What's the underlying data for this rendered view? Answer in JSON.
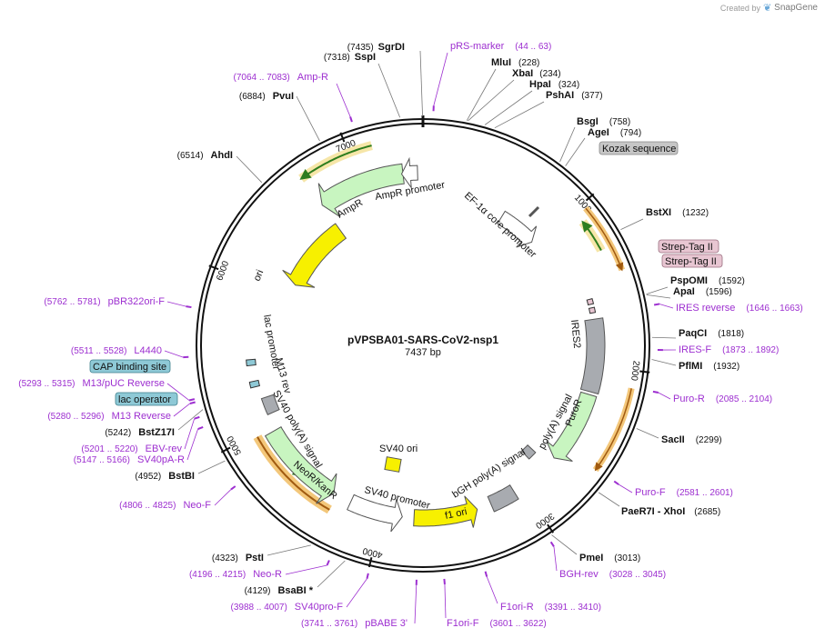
{
  "credit": {
    "prefix": "Created by",
    "brand": "SnapGene"
  },
  "plasmid": {
    "name": "pVPSBA01-SARS-CoV2-nsp1",
    "length": 7437,
    "size_label": "7437 bp"
  },
  "ticks": [
    {
      "bp": 1000,
      "label": "1000"
    },
    {
      "bp": 2000,
      "label": "2000"
    },
    {
      "bp": 3000,
      "label": "3000"
    },
    {
      "bp": 4000,
      "label": "4000"
    },
    {
      "bp": 5000,
      "label": "5000"
    },
    {
      "bp": 6000,
      "label": "6000"
    },
    {
      "bp": 7000,
      "label": "7000"
    }
  ],
  "enzymes": [
    {
      "name": "SgrDI",
      "pos": "(7435)",
      "bp": 7435
    },
    {
      "name": "SspI",
      "pos": "(7318)",
      "bp": 7318
    },
    {
      "name": "MluI",
      "pos": "(228)",
      "bp": 228
    },
    {
      "name": "XbaI",
      "pos": "(234)",
      "bp": 234
    },
    {
      "name": "HpaI",
      "pos": "(324)",
      "bp": 324
    },
    {
      "name": "PshAI",
      "pos": "(377)",
      "bp": 377
    },
    {
      "name": "BsgI",
      "pos": "(758)",
      "bp": 758
    },
    {
      "name": "AgeI",
      "pos": "(794)",
      "bp": 794
    },
    {
      "name": "BstXI",
      "pos": "(1232)",
      "bp": 1232
    },
    {
      "name": "PspOMI",
      "pos": "(1592)",
      "bp": 1592
    },
    {
      "name": "ApaI",
      "pos": "(1596)",
      "bp": 1596
    },
    {
      "name": "PaqCI",
      "pos": "(1818)",
      "bp": 1818
    },
    {
      "name": "PflMI",
      "pos": "(1932)",
      "bp": 1932
    },
    {
      "name": "SacII",
      "pos": "(2299)",
      "bp": 2299
    },
    {
      "name": "PaeR7I - XhoI",
      "pos": "(2685)",
      "bp": 2685
    },
    {
      "name": "PmeI",
      "pos": "(3013)",
      "bp": 3013
    },
    {
      "name": "BsaBI *",
      "pos": "(4129)",
      "bp": 4129
    },
    {
      "name": "PstI",
      "pos": "(4323)",
      "bp": 4323
    },
    {
      "name": "BstBI",
      "pos": "(4952)",
      "bp": 4952
    },
    {
      "name": "BstZ17I",
      "pos": "(5242)",
      "bp": 5242
    },
    {
      "name": "AhdI",
      "pos": "(6514)",
      "bp": 6514
    },
    {
      "name": "PvuI",
      "pos": "(6884)",
      "bp": 6884
    }
  ],
  "primers": [
    {
      "name": "pRS-marker",
      "pos": "(44 .. 63)",
      "bp": 53
    },
    {
      "name": "Amp-R",
      "pos": "(7064 .. 7083)",
      "bp": 7073
    },
    {
      "name": "pBR322ori-F",
      "pos": "(5762 .. 5781)",
      "bp": 5771
    },
    {
      "name": "L4440",
      "pos": "(5511 .. 5528)",
      "bp": 5519
    },
    {
      "name": "M13/pUC Reverse",
      "pos": "(5293 .. 5315)",
      "bp": 5304
    },
    {
      "name": "M13 Reverse",
      "pos": "(5280 .. 5296)",
      "bp": 5288
    },
    {
      "name": "EBV-rev",
      "pos": "(5201 .. 5220)",
      "bp": 5210
    },
    {
      "name": "SV40pA-R",
      "pos": "(5147 .. 5166)",
      "bp": 5156
    },
    {
      "name": "Neo-F",
      "pos": "(4806 .. 4825)",
      "bp": 4815
    },
    {
      "name": "Neo-R",
      "pos": "(4196 .. 4215)",
      "bp": 4205
    },
    {
      "name": "SV40pro-F",
      "pos": "(3988 .. 4007)",
      "bp": 3997
    },
    {
      "name": "pBABE 3'",
      "pos": "(3741 .. 3761)",
      "bp": 3751
    },
    {
      "name": "F1ori-F",
      "pos": "(3601 .. 3622)",
      "bp": 3611
    },
    {
      "name": "F1ori-R",
      "pos": "(3391 .. 3410)",
      "bp": 3400
    },
    {
      "name": "BGH-rev",
      "pos": "(3028 .. 3045)",
      "bp": 3036
    },
    {
      "name": "Puro-F",
      "pos": "(2581 .. 2601)",
      "bp": 2591
    },
    {
      "name": "Puro-R",
      "pos": "(2085 .. 2104)",
      "bp": 2094
    },
    {
      "name": "IRES-F",
      "pos": "(1873 .. 1892)",
      "bp": 1882
    },
    {
      "name": "IRES reverse",
      "pos": "(1646 .. 1663)",
      "bp": 1654
    }
  ],
  "boxed_labels": [
    {
      "text": "Kozak sequence",
      "color": "#c6c6c6"
    },
    {
      "text": "Strep-Tag II",
      "color": "#e8c6d2"
    },
    {
      "text": "Strep-Tag II",
      "color": "#e8c6d2"
    },
    {
      "text": "CAP binding site",
      "color": "#8ec9d6"
    },
    {
      "text": "lac operator",
      "color": "#8ec9d6"
    }
  ],
  "features": [
    {
      "label": "AmpR"
    },
    {
      "label": "AmpR promoter"
    },
    {
      "label": "ori"
    },
    {
      "label": "EF-1α core promoter"
    },
    {
      "label": "IRES2"
    },
    {
      "label": "PuroR"
    },
    {
      "label": "poly(A) signal"
    },
    {
      "label": "bGH poly(A) signal"
    },
    {
      "label": "f1 ori"
    },
    {
      "label": "SV40 promoter"
    },
    {
      "label": "SV40 ori"
    },
    {
      "label": "NeoR/KanR"
    },
    {
      "label": "SV40 poly(A) signal"
    },
    {
      "label": "M13 rev"
    },
    {
      "label": "lac promoter"
    }
  ],
  "colors": {
    "enzyme": "#111111",
    "primer": "#9d2fd0",
    "orf": "#c8f5c0",
    "ori": "#f7f000",
    "promoter": "#ffffff",
    "polyA": "#a8abb0",
    "ires": "#a8abb0",
    "orange_primer": "#e09030"
  }
}
